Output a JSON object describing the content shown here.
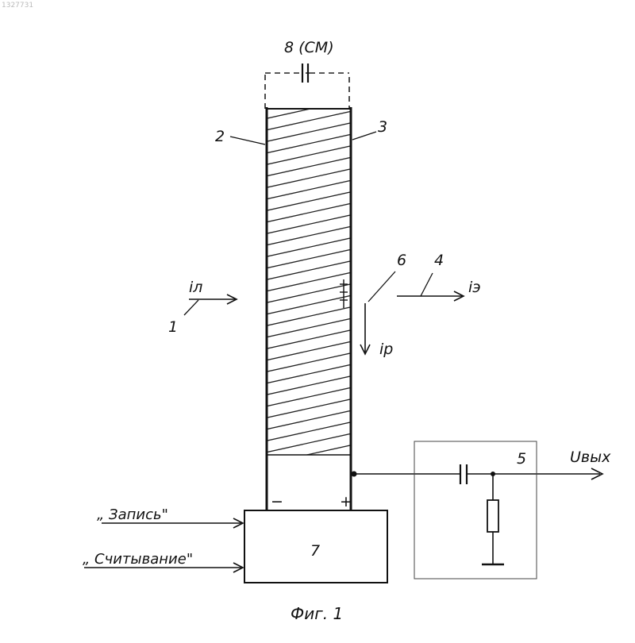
{
  "corner_code": "1327731",
  "labels": {
    "capacitor_top": "8 (СМ)",
    "ref_1": "1",
    "ref_2": "2",
    "ref_3": "3",
    "ref_4": "4",
    "ref_5": "5",
    "ref_6": "6",
    "ref_7": "7",
    "current_l": "iл",
    "current_e": "iэ",
    "current_r": "ip",
    "output": "Uвых",
    "minus": "−",
    "plus": "+",
    "write_signal": "„ Запись\"",
    "read_signal": "„ Считывание\"",
    "caption": "Фиг. 1"
  }
}
